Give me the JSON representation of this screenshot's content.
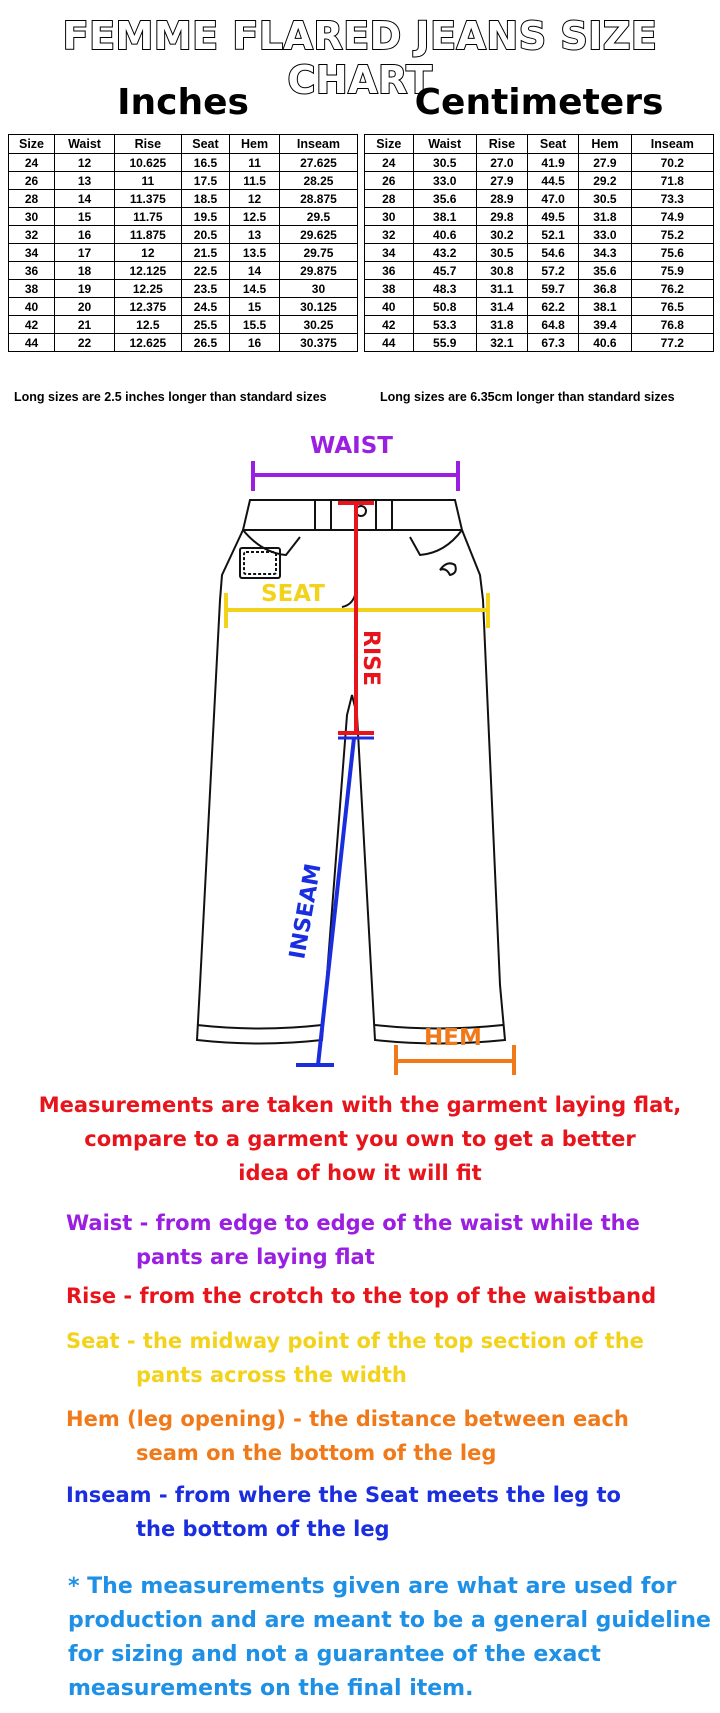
{
  "title": "FEMME FLARED JEANS SIZE CHART",
  "inches": {
    "heading": "Inches",
    "columns": [
      "Size",
      "Waist",
      "Rise",
      "Seat",
      "Hem",
      "Inseam"
    ],
    "rows": [
      [
        "24",
        "12",
        "10.625",
        "16.5",
        "11",
        "27.625"
      ],
      [
        "26",
        "13",
        "11",
        "17.5",
        "11.5",
        "28.25"
      ],
      [
        "28",
        "14",
        "11.375",
        "18.5",
        "12",
        "28.875"
      ],
      [
        "30",
        "15",
        "11.75",
        "19.5",
        "12.5",
        "29.5"
      ],
      [
        "32",
        "16",
        "11.875",
        "20.5",
        "13",
        "29.625"
      ],
      [
        "34",
        "17",
        "12",
        "21.5",
        "13.5",
        "29.75"
      ],
      [
        "36",
        "18",
        "12.125",
        "22.5",
        "14",
        "29.875"
      ],
      [
        "38",
        "19",
        "12.25",
        "23.5",
        "14.5",
        "30"
      ],
      [
        "40",
        "20",
        "12.375",
        "24.5",
        "15",
        "30.125"
      ],
      [
        "42",
        "21",
        "12.5",
        "25.5",
        "15.5",
        "30.25"
      ],
      [
        "44",
        "22",
        "12.625",
        "26.5",
        "16",
        "30.375"
      ]
    ],
    "note": "Long sizes are 2.5 inches longer than standard sizes"
  },
  "centimeters": {
    "heading": "Centimeters",
    "columns": [
      "Size",
      "Waist",
      "Rise",
      "Seat",
      "Hem",
      "Inseam"
    ],
    "rows": [
      [
        "24",
        "30.5",
        "27.0",
        "41.9",
        "27.9",
        "70.2"
      ],
      [
        "26",
        "33.0",
        "27.9",
        "44.5",
        "29.2",
        "71.8"
      ],
      [
        "28",
        "35.6",
        "28.9",
        "47.0",
        "30.5",
        "73.3"
      ],
      [
        "30",
        "38.1",
        "29.8",
        "49.5",
        "31.8",
        "74.9"
      ],
      [
        "32",
        "40.6",
        "30.2",
        "52.1",
        "33.0",
        "75.2"
      ],
      [
        "34",
        "43.2",
        "30.5",
        "54.6",
        "34.3",
        "75.6"
      ],
      [
        "36",
        "45.7",
        "30.8",
        "57.2",
        "35.6",
        "75.9"
      ],
      [
        "38",
        "48.3",
        "31.1",
        "59.7",
        "36.8",
        "76.2"
      ],
      [
        "40",
        "50.8",
        "31.4",
        "62.2",
        "38.1",
        "76.5"
      ],
      [
        "42",
        "53.3",
        "31.8",
        "64.8",
        "39.4",
        "76.8"
      ],
      [
        "44",
        "55.9",
        "32.1",
        "67.3",
        "40.6",
        "77.2"
      ]
    ],
    "note": "Long sizes are 6.35cm longer than standard sizes"
  },
  "diagram": {
    "labels": {
      "waist": "WAIST",
      "seat": "SEAT",
      "rise": "RISE",
      "inseam": "INSEAM",
      "hem": "HEM"
    },
    "colors": {
      "waist": "#9b1fe0",
      "seat": "#f2d21a",
      "rise": "#e8141b",
      "inseam": "#1a2ee0",
      "hem": "#f07a1a"
    }
  },
  "measure_note": {
    "line1": "Measurements are taken with the garment laying flat,",
    "line2": "compare to a garment you own to get a better",
    "line3": "idea of how it will fit",
    "color": "#e8141b"
  },
  "definitions": {
    "waist": {
      "line1": "Waist - from edge to edge of the waist while the",
      "line2": "pants are laying flat",
      "color": "#9b1fe0"
    },
    "rise": {
      "line1": "Rise - from the crotch to the top of the waistband",
      "color": "#e8141b"
    },
    "seat": {
      "line1": "Seat - the midway point of the top section of the",
      "line2": "pants across the width",
      "color": "#f2d21a"
    },
    "hem": {
      "line1": "Hem (leg opening) - the distance between each",
      "line2": "seam on the bottom of the leg",
      "color": "#f07a1a"
    },
    "inseam": {
      "line1": "Inseam - from where the Seat meets the leg to",
      "line2": "the bottom of the leg",
      "color": "#1a2ee0"
    }
  },
  "disclaimer": {
    "line1": "* The measurements given are what are used for",
    "line2": "production and are meant to be a general guideline",
    "line3": "for sizing and not a guarantee of the exact",
    "line4": "measurements on the final item.",
    "color": "#1e90e6"
  }
}
